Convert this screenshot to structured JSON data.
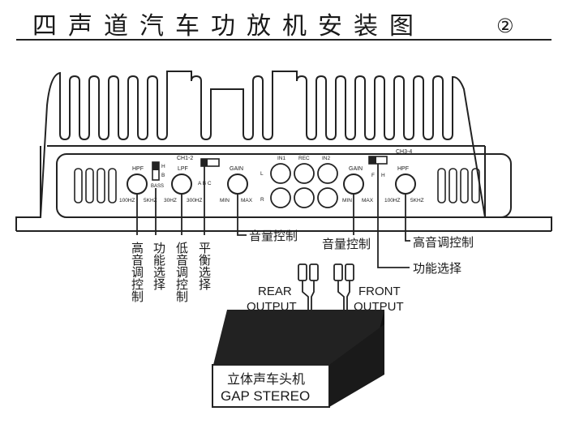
{
  "title": "四声道汽车功放机安装图",
  "page_marker": "②",
  "panel": {
    "ch12_label": "CH1-2",
    "ch34_label": "CH3-4",
    "hpf_label": "HPF",
    "hpf_range": [
      "100HZ",
      "5KHZ"
    ],
    "switch_h": "H",
    "switch_b": "B",
    "switch_f": "F",
    "bass_label": "BASS",
    "lpf_label": "LPF",
    "lpf_range": [
      "30HZ",
      "300HZ"
    ],
    "abc_label": "A B C",
    "gain_label": "GAIN",
    "gain_range": [
      "MIN",
      "MAX"
    ],
    "in12_label": "IN1",
    "rec_label": "REC",
    "in34_label": "IN2",
    "left_label": "L",
    "right_label": "R"
  },
  "callouts": {
    "treble_ch12": "高音调控制",
    "function_ch12": "功能选择",
    "bass_ch12": "低音调控制",
    "balance_ch12": "平衡选择",
    "volume_ch12": "音量控制",
    "volume_ch34": "音量控制",
    "treble_ch34": "高音调控制",
    "function_ch34": "功能选择"
  },
  "outputs": {
    "rear": [
      "REAR",
      "OUTPUT"
    ],
    "front": [
      "FRONT",
      "OUTPUT"
    ]
  },
  "head_unit": {
    "name_cn": "立体声车头机",
    "name_en": "GAP STEREO"
  }
}
